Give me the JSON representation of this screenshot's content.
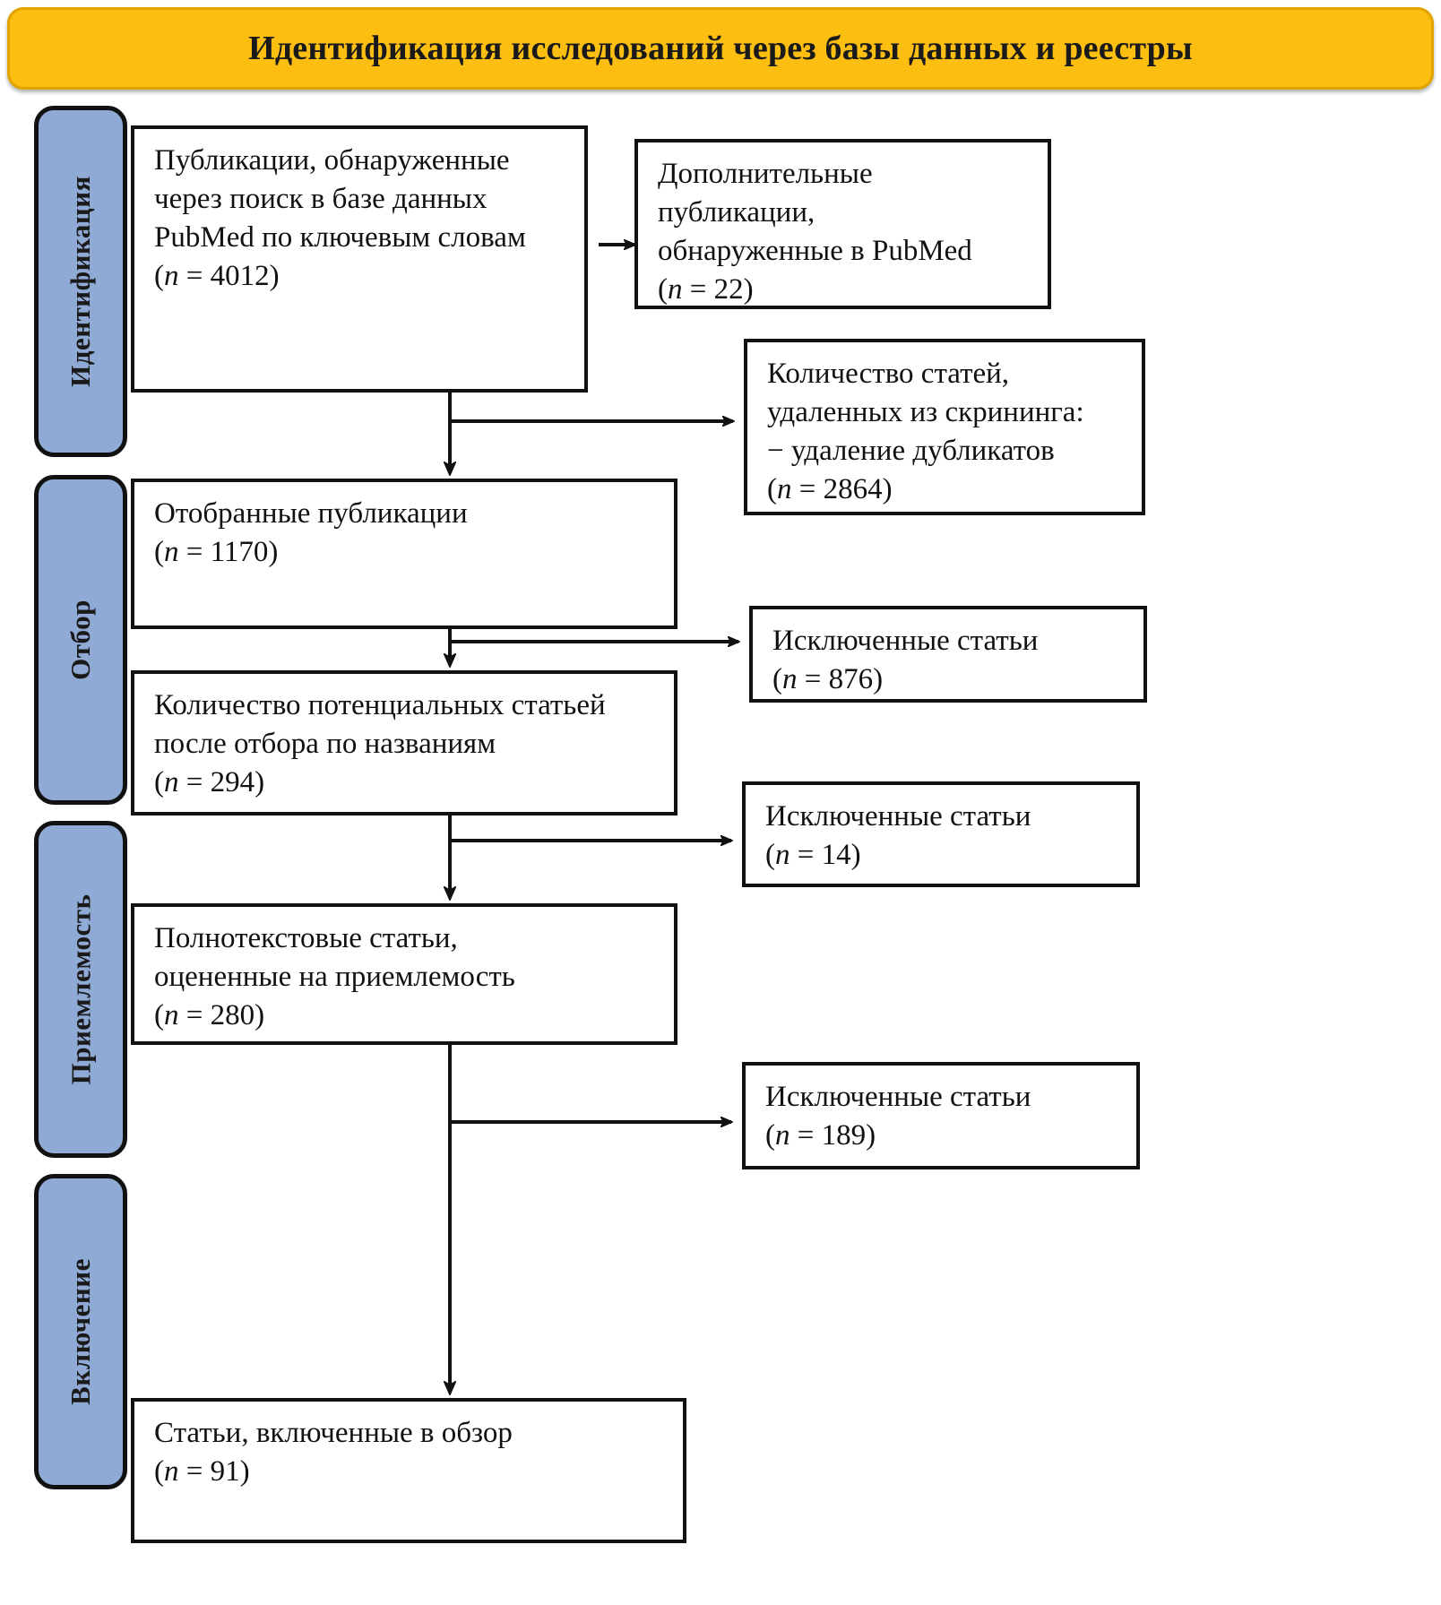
{
  "header": {
    "title": "Идентификация исследований через базы данных и реестры",
    "background_color": "#fbbe11",
    "border_color": "#e0a400"
  },
  "theme": {
    "stage_tab_color": "#90aad6",
    "box_border_color": "#111111",
    "box_background": "#ffffff",
    "text_color": "#111111"
  },
  "stages": [
    {
      "id": "identification",
      "label": "Идентификация"
    },
    {
      "id": "screening",
      "label": "Отбор"
    },
    {
      "id": "eligibility",
      "label": "Приемлемость"
    },
    {
      "id": "inclusion",
      "label": "Включение"
    }
  ],
  "boxes": {
    "records_identified": {
      "line1": "Публикации, обнаруженные",
      "line2": "через поиск в базе данных",
      "line3": "PubMed по ключевым словам",
      "count_open": "(",
      "count_n": "n",
      "count_rest": " = 4012)"
    },
    "additional_records": {
      "line1": "Дополнительные",
      "line2": "публикации,",
      "line3": "обнаруженные в PubMed",
      "count_open": "(",
      "count_n": "n",
      "count_rest": " = 22)"
    },
    "removed_screening": {
      "line1": "Количество статей,",
      "line2": "удаленных из скрининга:",
      "line3": "− удаление дубликатов",
      "count_open": "(",
      "count_n": "n",
      "count_rest": " = 2864)"
    },
    "records_screened": {
      "line1": "Отобранные публикации",
      "count_open": "(",
      "count_n": "n",
      "count_rest": " = 1170)"
    },
    "excluded_876": {
      "line1": "Исключенные статьи",
      "count_open": "(",
      "count_n": "n",
      "count_rest": " = 876)"
    },
    "titles_screened": {
      "line1": "Количество потенциальных статьей",
      "line2": "после отбора по названиям",
      "count_open": "(",
      "count_n": "n",
      "count_rest": " = 294)"
    },
    "excluded_14": {
      "line1": "Исключенные статьи",
      "count_open": "(",
      "count_n": "n",
      "count_rest": " = 14)"
    },
    "fulltext_assessed": {
      "line1": "Полнотекстовые статьи,",
      "line2": "оцененные на приемлемость",
      "count_open": "(",
      "count_n": "n",
      "count_rest": " = 280)"
    },
    "excluded_189": {
      "line1": "Исключенные статьи",
      "count_open": "(",
      "count_n": "n",
      "count_rest": " = 189)"
    },
    "included_review": {
      "line1": "Статьи, включенные в обзор",
      "count_open": "(",
      "count_n": "n",
      "count_rest": " = 91)"
    }
  },
  "chart_data": {
    "type": "diagram",
    "title": "Идентификация исследований через базы данных и реестры",
    "nodes": [
      {
        "id": "records_identified",
        "stage": "Идентификация",
        "label": "Публикации, обнаруженные через поиск в базе данных PubMed по ключевым словам",
        "n": 4012
      },
      {
        "id": "additional_records",
        "stage": "Идентификация",
        "label": "Дополнительные публикации, обнаруженные в PubMed",
        "n": 22
      },
      {
        "id": "removed_screening",
        "stage": "Идентификация",
        "label": "Количество статей, удаленных из скрининга: − удаление дубликатов",
        "n": 2864
      },
      {
        "id": "records_screened",
        "stage": "Отбор",
        "label": "Отобранные публикации",
        "n": 1170
      },
      {
        "id": "excluded_876",
        "stage": "Отбор",
        "label": "Исключенные статьи",
        "n": 876
      },
      {
        "id": "titles_screened",
        "stage": "Отбор",
        "label": "Количество потенциальных статьей после отбора по названиям",
        "n": 294
      },
      {
        "id": "excluded_14",
        "stage": "Приемлемость",
        "label": "Исключенные статьи",
        "n": 14
      },
      {
        "id": "fulltext_assessed",
        "stage": "Приемлемость",
        "label": "Полнотекстовые статьи, оцененные на приемлемость",
        "n": 280
      },
      {
        "id": "excluded_189",
        "stage": "Приемлемость",
        "label": "Исключенные статьи",
        "n": 189
      },
      {
        "id": "included_review",
        "stage": "Включение",
        "label": "Статьи, включенные в обзор",
        "n": 91
      }
    ],
    "edges": [
      {
        "from": "additional_records",
        "to": "records_identified",
        "direction": "left"
      },
      {
        "from": "records_identified",
        "to": "removed_screening",
        "direction": "right"
      },
      {
        "from": "records_identified",
        "to": "records_screened",
        "direction": "down"
      },
      {
        "from": "records_screened",
        "to": "excluded_876",
        "direction": "right"
      },
      {
        "from": "records_screened",
        "to": "titles_screened",
        "direction": "down"
      },
      {
        "from": "titles_screened",
        "to": "excluded_14",
        "direction": "right"
      },
      {
        "from": "titles_screened",
        "to": "fulltext_assessed",
        "direction": "down"
      },
      {
        "from": "fulltext_assessed",
        "to": "excluded_189",
        "direction": "right"
      },
      {
        "from": "fulltext_assessed",
        "to": "included_review",
        "direction": "down"
      }
    ]
  }
}
